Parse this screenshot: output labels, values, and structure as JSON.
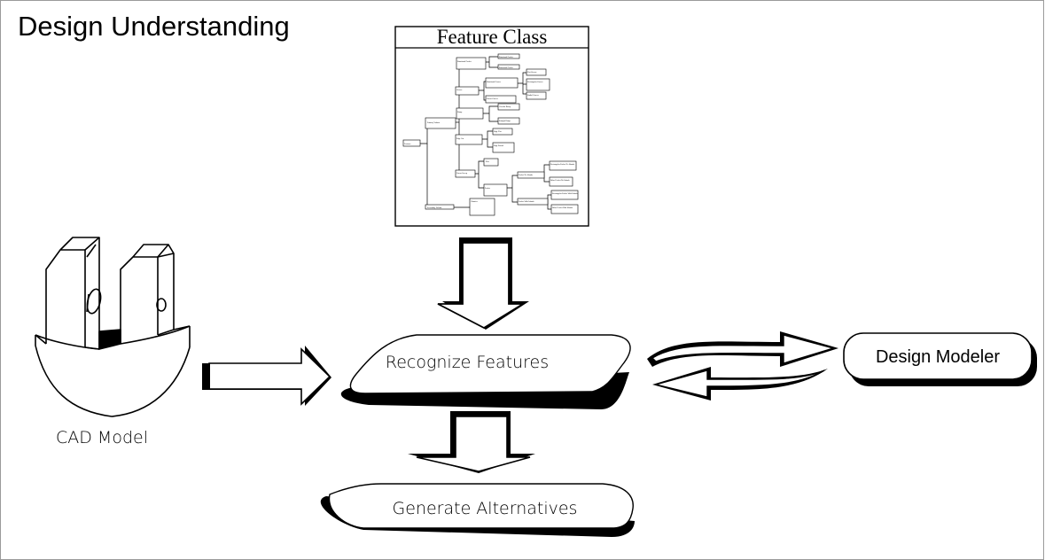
{
  "title": "Design Understanding",
  "feature_class": {
    "title": "Feature Class",
    "tree": {
      "root": "Features",
      "primary": "Primary Volume",
      "secondary": "Secondary Volume",
      "rotational_pocket": "Rotational Pocket",
      "rotational_pocket_kids": [
        "Rotational Pocket",
        "Rotational Pocket"
      ],
      "groove": "Groove",
      "rotational_groove": "Rotational Groove",
      "groove_kids": [
        "Slot Groove",
        "Rectangular Groove",
        "Radial Groove"
      ],
      "linear_groove": "Linear Groove",
      "ramp": "Ramp",
      "ramp_kids": [
        "Circular Ramp",
        "Straight Ramp"
      ],
      "edge_cut": "Edge Cut",
      "edge_cut_kids": [
        "Edge Flat",
        "Edge Round"
      ],
      "linear_sweep": "Linear Sweep",
      "slot": "Slot",
      "pocket": "Pocket",
      "pocket_kids": [
        "Pocket No Islands",
        "Pocket With Islands"
      ],
      "pocket_leaves": [
        "Rectangular Pocket No Islands",
        "Other Pocket No Islands",
        "Rectangular Pocket With Islands",
        "Other Pocket With Islands"
      ],
      "chamfer": "Chamfer"
    }
  },
  "nodes": {
    "cad_model": "CAD Model",
    "recognize": "Recognize Features",
    "generate": "Generate Alternatives",
    "modeler": "Design Modeler"
  },
  "colors": {
    "line": "#000000",
    "background": "#ffffff",
    "frame": "#9a9a9a"
  }
}
